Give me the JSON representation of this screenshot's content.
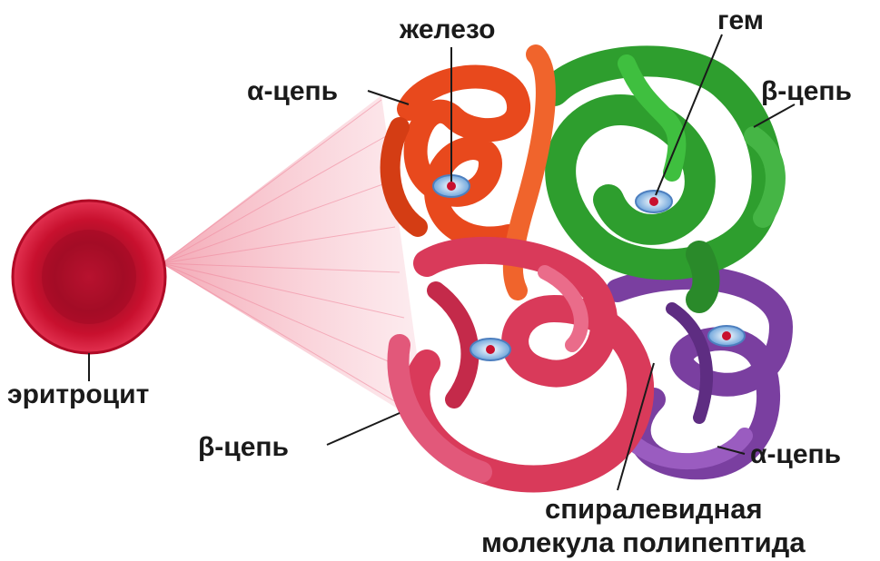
{
  "labels": {
    "erythrocyte": "эритроцит",
    "iron": "железо",
    "heme": "гем",
    "alpha_chain_top": "α-цепь",
    "beta_chain_top": "β-цепь",
    "beta_chain_bottom": "β-цепь",
    "alpha_chain_bottom": "α-цепь",
    "polypeptide_line1": "спиралевидная",
    "polypeptide_line2": "молекула полипептида"
  },
  "colors": {
    "alpha_top": "#e8491d",
    "beta_top": "#2e9e2e",
    "beta_bottom": "#d93a5a",
    "alpha_bottom": "#7a3fa0",
    "erythrocyte": "#c8102e",
    "heme_disc": "#7fb2e6",
    "iron": "#c8102e",
    "text": "#1a1a1a"
  }
}
